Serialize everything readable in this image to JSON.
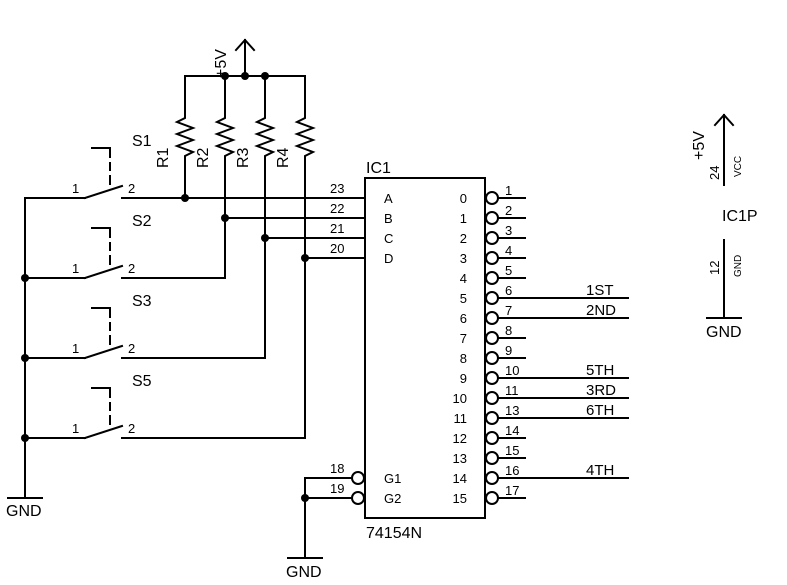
{
  "power": {
    "vcc": "+5V",
    "gnd": "GND"
  },
  "resistors": [
    "R1",
    "R2",
    "R3",
    "R4"
  ],
  "switches": [
    {
      "name": "S1",
      "pin1": "1",
      "pin2": "2"
    },
    {
      "name": "S2",
      "pin1": "1",
      "pin2": "2"
    },
    {
      "name": "S3",
      "pin1": "1",
      "pin2": "2"
    },
    {
      "name": "S5",
      "pin1": "1",
      "pin2": "2"
    }
  ],
  "ic1": {
    "ref": "IC1",
    "part": "74154N",
    "inputs": [
      {
        "name": "A",
        "pin": "23"
      },
      {
        "name": "B",
        "pin": "22"
      },
      {
        "name": "C",
        "pin": "21"
      },
      {
        "name": "D",
        "pin": "20"
      }
    ],
    "enables": [
      {
        "name": "G1",
        "pin": "18"
      },
      {
        "name": "G2",
        "pin": "19"
      }
    ],
    "outputs": [
      {
        "name": "0",
        "pin": "1"
      },
      {
        "name": "1",
        "pin": "2"
      },
      {
        "name": "2",
        "pin": "3"
      },
      {
        "name": "3",
        "pin": "4"
      },
      {
        "name": "4",
        "pin": "5"
      },
      {
        "name": "5",
        "pin": "6"
      },
      {
        "name": "6",
        "pin": "7"
      },
      {
        "name": "7",
        "pin": "8"
      },
      {
        "name": "8",
        "pin": "9"
      },
      {
        "name": "9",
        "pin": "10"
      },
      {
        "name": "10",
        "pin": "11"
      },
      {
        "name": "11",
        "pin": "13"
      },
      {
        "name": "12",
        "pin": "14"
      },
      {
        "name": "13",
        "pin": "15"
      },
      {
        "name": "14",
        "pin": "16"
      },
      {
        "name": "15",
        "pin": "17"
      }
    ],
    "signals": [
      {
        "label": "1ST",
        "output": "5"
      },
      {
        "label": "2ND",
        "output": "6"
      },
      {
        "label": "5TH",
        "output": "9"
      },
      {
        "label": "3RD",
        "output": "10"
      },
      {
        "label": "6TH",
        "output": "11"
      },
      {
        "label": "4TH",
        "output": "14"
      }
    ]
  },
  "ic1p": {
    "ref": "IC1P",
    "vcc_pin": "24",
    "vcc_name": "VCC",
    "gnd_pin": "12",
    "gnd_name": "GND",
    "vcc_label": "+5V",
    "gnd_label": "GND"
  }
}
